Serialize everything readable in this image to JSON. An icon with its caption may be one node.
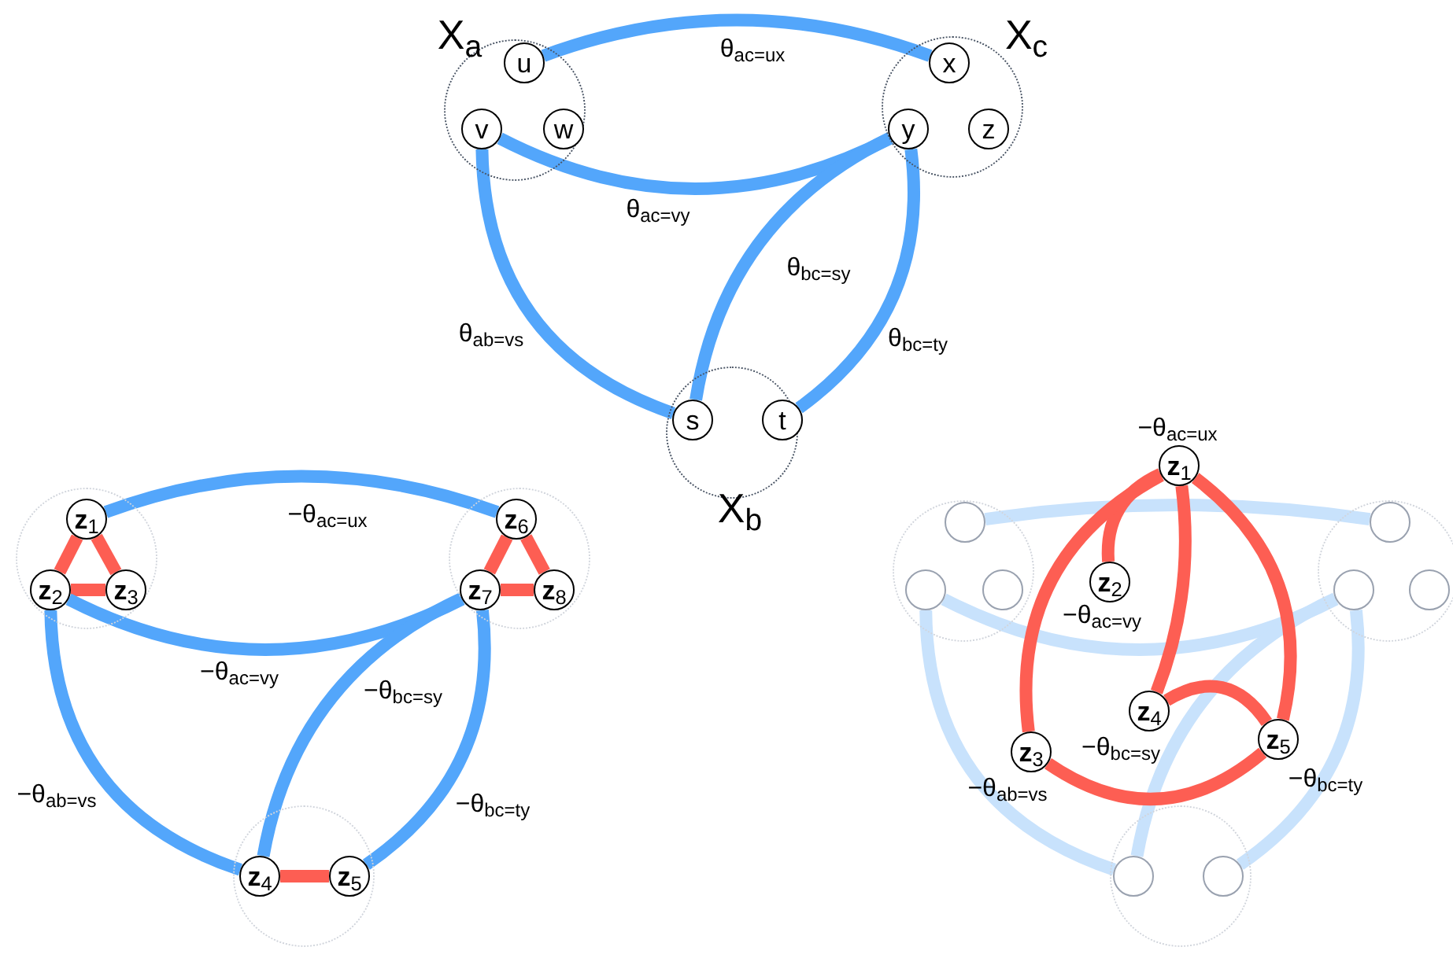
{
  "diagram": {
    "nodes": [
      {
        "text": [
          "X$_{a}$"
        ]
      },
      {
        "text": [
          "u"
        ],
        "in": 0
      },
      {
        "text": [
          "v"
        ],
        "in": 0
      },
      {
        "text": [
          "w"
        ],
        "in": 0
      },
      {
        "text": [
          "X$_{c}$"
        ]
      },
      {
        "text": [
          "x"
        ],
        "in": 4
      },
      {
        "text": [
          "y"
        ],
        "in": 4
      },
      {
        "text": [
          "z"
        ],
        "in": 4
      },
      {
        "text": [
          "X$_{b}$"
        ]
      },
      {
        "text": [
          "s"
        ],
        "in": 8
      },
      {
        "text": [
          "t"
        ],
        "in": 8
      },
      {
        "text": [],
        "shape": "circle"
      },
      {
        "text": [
          "**z**$_{1}$"
        ],
        "in": 11
      },
      {
        "text": [
          "**z**$_{2}$"
        ],
        "in": 11
      },
      {
        "text": [
          "**z**$_{3}$"
        ],
        "in": 11
      },
      {
        "text": [],
        "shape": "circle"
      },
      {
        "text": [
          "**z**$_{6}$"
        ],
        "in": 15
      },
      {
        "text": [
          "**z**$_{7}$"
        ],
        "in": 15
      },
      {
        "text": [
          "**z**$_{8}$"
        ],
        "in": 15
      },
      {
        "text": [],
        "shape": "circle"
      },
      {
        "text": [
          "**z**$_{4}$"
        ],
        "in": 19
      },
      {
        "text": [
          "**z**$_{5}$"
        ],
        "in": 19
      },
      {
        "text": [],
        "shape": "circle"
      },
      {
        "text": [],
        "shape": "circle",
        "in": 22
      },
      {
        "text": [],
        "shape": "circle",
        "in": 22
      },
      {
        "text": [],
        "shape": "circle",
        "in": 22
      },
      {
        "text": [],
        "shape": "circle"
      },
      {
        "text": [],
        "shape": "circle",
        "in": 26
      },
      {
        "text": [],
        "shape": "circle",
        "in": 26
      },
      {
        "text": [],
        "shape": "circle",
        "in": 26
      },
      {
        "text": [],
        "shape": "circle"
      },
      {
        "text": [],
        "shape": "circle",
        "in": 30
      },
      {
        "text": [],
        "shape": "circle",
        "in": 30
      },
      {
        "text": [
          "**z**$_{1}$"
        ],
        "beside": [
          "−θ$_{ac=ux}$"
        ]
      },
      {
        "text": [
          "**z**$_{2}$"
        ],
        "beside": [
          "−θ$_{ac=vy}$"
        ]
      },
      {
        "text": [
          "**z**$_{3}$"
        ],
        "beside": [
          "−θ$_{ab=vs}$"
        ]
      },
      {
        "text": [
          "**z**$_{4}$"
        ],
        "beside": [
          "−θ$_{bc=sy}$"
        ]
      },
      {
        "text": [
          "**z**$_{5}$"
        ],
        "beside": [
          "−θ$_{bc=ty}$"
        ]
      }
    ],
    "edges": [
      {
        "from": 1,
        "to": 5,
        "arrow": "none",
        "label": "θ$_{ac=ux}$",
        "color": "#53a6fb"
      },
      {
        "from": 2,
        "to": 6,
        "arrow": "none",
        "label": "θ$_{ac=vy}$",
        "color": "#53a6fb"
      },
      {
        "from": 2,
        "to": 9,
        "arrow": "none",
        "label": "θ$_{ab=vs}$",
        "color": "#53a6fb"
      },
      {
        "from": 6,
        "to": 9,
        "arrow": "none",
        "label": "θ$_{bc=sy}$",
        "color": "#53a6fb"
      },
      {
        "from": 6,
        "to": 10,
        "arrow": "none",
        "label": "θ$_{bc=ty}$",
        "color": "#53a6fb"
      },
      {
        "from": 12,
        "to": 13,
        "arrow": "none",
        "color": "#fd5e53"
      },
      {
        "from": 12,
        "to": 14,
        "arrow": "none",
        "color": "#fd5e53"
      },
      {
        "from": 13,
        "to": 14,
        "arrow": "none",
        "color": "#fd5e53"
      },
      {
        "from": 16,
        "to": 17,
        "arrow": "none",
        "color": "#fd5e53"
      },
      {
        "from": 16,
        "to": 18,
        "arrow": "none",
        "color": "#fd5e53"
      },
      {
        "from": 17,
        "to": 18,
        "arrow": "none",
        "color": "#fd5e53"
      },
      {
        "from": 20,
        "to": 21,
        "arrow": "none",
        "color": "#fd5e53"
      },
      {
        "from": 12,
        "to": 16,
        "arrow": "none",
        "label": "−θ$_{ac=ux}$",
        "color": "#53a6fb"
      },
      {
        "from": 13,
        "to": 17,
        "arrow": "none",
        "label": "−θ$_{ac=vy}$",
        "color": "#53a6fb"
      },
      {
        "from": 13,
        "to": 20,
        "arrow": "none",
        "label": "−θ$_{ab=vs}$",
        "color": "#53a6fb"
      },
      {
        "from": 17,
        "to": 20,
        "arrow": "none",
        "label": "−θ$_{bc=sy}$",
        "color": "#53a6fb"
      },
      {
        "from": 17,
        "to": 21,
        "arrow": "none",
        "label": "−θ$_{bc=ty}$",
        "color": "#53a6fb"
      },
      {
        "from": 23,
        "to": 27,
        "arrow": "none",
        "color": "#c8e2fc"
      },
      {
        "from": 24,
        "to": 28,
        "arrow": "none",
        "color": "#c8e2fc"
      },
      {
        "from": 24,
        "to": 31,
        "arrow": "none",
        "color": "#c8e2fc"
      },
      {
        "from": 28,
        "to": 31,
        "arrow": "none",
        "color": "#c8e2fc"
      },
      {
        "from": 28,
        "to": 32,
        "arrow": "none",
        "color": "#c8e2fc"
      },
      {
        "from": 33,
        "to": 34,
        "arrow": "none",
        "color": "#fd5e53"
      },
      {
        "from": 33,
        "to": 35,
        "arrow": "none",
        "color": "#fd5e53"
      },
      {
        "from": 33,
        "to": 36,
        "arrow": "none",
        "color": "#fd5e53"
      },
      {
        "from": 33,
        "to": 37,
        "arrow": "none",
        "color": "#fd5e53"
      },
      {
        "from": 35,
        "to": 37,
        "arrow": "none",
        "color": "#fd5e53"
      },
      {
        "from": 36,
        "to": 37,
        "arrow": "none",
        "color": "#fd5e53"
      }
    ]
  }
}
